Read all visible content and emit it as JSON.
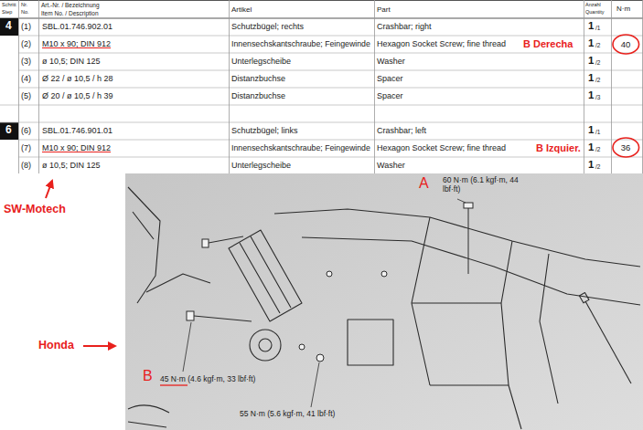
{
  "diagram": {
    "nodes": [
      {
        "text": [
          "40"
        ]
      },
      {
        "text": [
          "36"
        ]
      }
    ],
    "labels": [
      "Schritt",
      "Step",
      "Nr.",
      "No.",
      "Art.-Nr. / Bezeichnung",
      "Item No. / Description",
      "Artikel",
      "Part",
      "Anzahl",
      "Quantity",
      "N·m",
      "4",
      "(1)",
      "SBL.01.746.902.01",
      "Schutzbügel; rechts",
      "Crashbar; right",
      "1",
      "/1",
      "(2)",
      "M10 x 90; DIN 912",
      "Innensechskantschraube; Feingewinde",
      "Hexagon Socket Screw; fine thread",
      "B Derecha",
      "1",
      "/2",
      "(3)",
      "ø 10,5; DIN 125",
      "Unterlegscheibe",
      "Washer",
      "1",
      "/2",
      "(4)",
      "Ø 22 / ø 10,5 / h 28",
      "Distanzbuchse",
      "Spacer",
      "1",
      "/2",
      "(5)",
      "Ø 20 / ø 10,5 / h 39",
      "Distanzbuchse",
      "Spacer",
      "1",
      "/3",
      "6",
      "(6)",
      "SBL.01.746.901.01",
      "Schutzbügel; links",
      "Crashbar; left",
      "1",
      "/1",
      "(7)",
      "M10 x 90; DIN 912",
      "Innensechskantschraube; Feingewinde",
      "Hexagon Socket Screw; fine thread",
      "B Izquier.",
      "1",
      "/2",
      "(8)",
      "ø 10,5; DIN 125",
      "Unterlegscheibe",
      "Washer",
      "1",
      "/2",
      "SW-Motech",
      "Honda",
      "A",
      "60 N·m (6.1 kgf·m, 44 lbf·ft)",
      "B",
      "45 N·m (4.6 kgf·m, 33 lbf·ft)",
      "55 N·m (5.6 kgf·m, 41 lbf·ft)"
    ]
  }
}
